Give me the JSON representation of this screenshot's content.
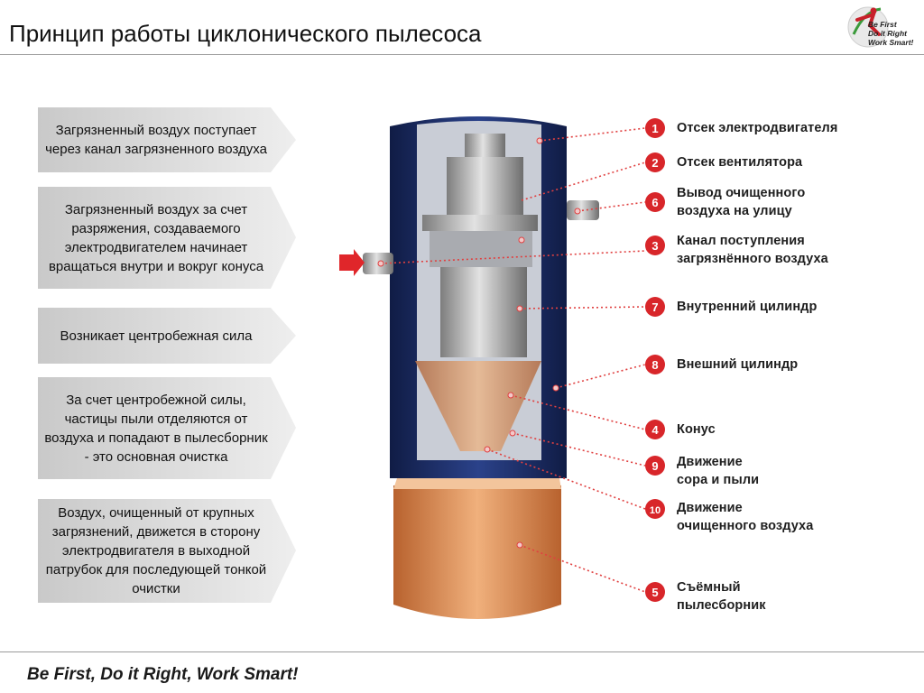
{
  "header": {
    "title": "Принцип работы циклонического пылесоса"
  },
  "logo": {
    "lines": [
      "Be First",
      "Do it Right",
      "Work Smart!"
    ]
  },
  "footer": {
    "slogan": "Be First, Do it Right, Work Smart!"
  },
  "steps": [
    {
      "text": "Загрязненный воздух поступает через канал загрязненного воздуха"
    },
    {
      "text": "Загрязненный воздух за счет разряжения, создаваемого электродвигателем начинает вращаться внутри и вокруг конуса"
    },
    {
      "text": "Возникает центробежная сила"
    },
    {
      "text": "За счет центробежной силы, частицы пыли отделяются от воздуха и попадают в пылесборник  - это основная очистка"
    },
    {
      "text": "Воздух, очищенный от крупных загрязнений, движется в сторону электродвигателя в выходной патрубок для последующей тонкой очистки"
    }
  ],
  "parts": [
    {
      "num": "1",
      "line1": "Отсек электродвигателя",
      "line2": ""
    },
    {
      "num": "2",
      "line1": "Отсек вентилятора",
      "line2": ""
    },
    {
      "num": "6",
      "line1": "Вывод очищенного",
      "line2": "воздуха на улицу"
    },
    {
      "num": "3",
      "line1": "Канал поступления",
      "line2": "загрязнённого воздуха"
    },
    {
      "num": "7",
      "line1": "Внутренний цилиндр",
      "line2": ""
    },
    {
      "num": "8",
      "line1": "Внешний цилиндр",
      "line2": ""
    },
    {
      "num": "4",
      "line1": "Конус",
      "line2": ""
    },
    {
      "num": "9",
      "line1": "Движение",
      "line2": "сора и пыли"
    },
    {
      "num": "10",
      "line1": "Движение",
      "line2": "очищенного воздуха"
    },
    {
      "num": "5",
      "line1": "Съёмный",
      "line2": "пылесборник"
    }
  ],
  "colors": {
    "accent_red": "#d8262a",
    "housing_blue": "#1c2f6b",
    "bin_orange": "#d98a55",
    "box_gray": "#b8b8b8"
  }
}
